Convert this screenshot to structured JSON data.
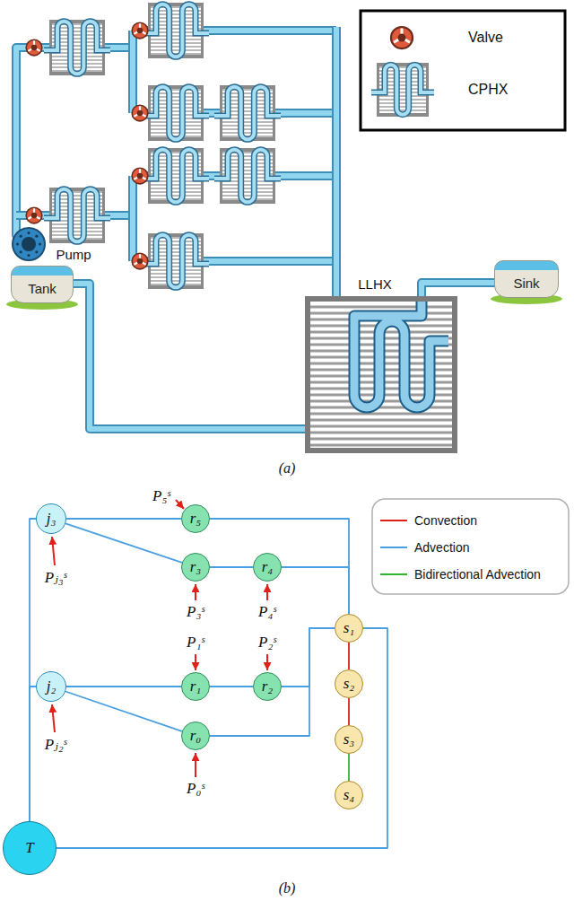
{
  "diagram": {
    "nodes": [
      {
        "text": [
          "Tank"
        ]
      },
      {
        "text": [
          "Sink"
        ]
      },
      {
        "text": [
          "j₃"
        ]
      },
      {
        "text": [
          "r₅"
        ]
      },
      {
        "text": [
          "r₃"
        ]
      },
      {
        "text": [
          "r₄"
        ]
      },
      {
        "text": [
          "s₁"
        ]
      },
      {
        "text": [
          "r₁"
        ]
      },
      {
        "text": [
          "r₂"
        ]
      },
      {
        "text": [
          "s₂"
        ]
      },
      {
        "text": [
          "j₂"
        ]
      },
      {
        "text": [
          "r₀"
        ]
      },
      {
        "text": [
          "s₃"
        ]
      },
      {
        "text": [
          "s₄"
        ]
      },
      {
        "text": [
          "T"
        ]
      }
    ],
    "edges": [
      {
        "from": 14,
        "to": 2,
        "arrow": "none"
      },
      {
        "from": 14,
        "to": 10,
        "arrow": "none"
      },
      {
        "from": 2,
        "to": 3,
        "arrow": "none"
      },
      {
        "from": 2,
        "to": 4,
        "arrow": "none"
      },
      {
        "from": 4,
        "to": 5,
        "arrow": "none"
      },
      {
        "from": 5,
        "to": 6,
        "arrow": "none"
      },
      {
        "from": 3,
        "to": 6,
        "arrow": "none"
      },
      {
        "from": 10,
        "to": 7,
        "arrow": "none"
      },
      {
        "from": 10,
        "to": 11,
        "arrow": "none"
      },
      {
        "from": 7,
        "to": 8,
        "arrow": "none"
      },
      {
        "from": 8,
        "to": 6,
        "arrow": "none"
      },
      {
        "from": 11,
        "to": 6,
        "arrow": "none"
      },
      {
        "from": 6,
        "to": 9,
        "arrow": "none"
      },
      {
        "from": 9,
        "to": 12,
        "arrow": "none"
      },
      {
        "from": 12,
        "to": 13,
        "arrow": "none"
      },
      {
        "from": 6,
        "to": 14,
        "arrow": "none"
      }
    ],
    "labels": [
      "Pump",
      "LLHX",
      "(a)",
      "P₅ˢ",
      "Pⱼ₃ˢ",
      "P₃ˢ",
      "P₄ˢ",
      "P₁ˢ",
      "P₂ˢ",
      "Pⱼ₂ˢ",
      "P₀ˢ",
      "(b)"
    ],
    "legend": [
      {
        "text": "Valve"
      },
      {
        "text": "CPHX"
      },
      {
        "text": "Convection"
      },
      {
        "text": "Advection"
      },
      {
        "text": "Bidirectional Advection"
      }
    ]
  }
}
